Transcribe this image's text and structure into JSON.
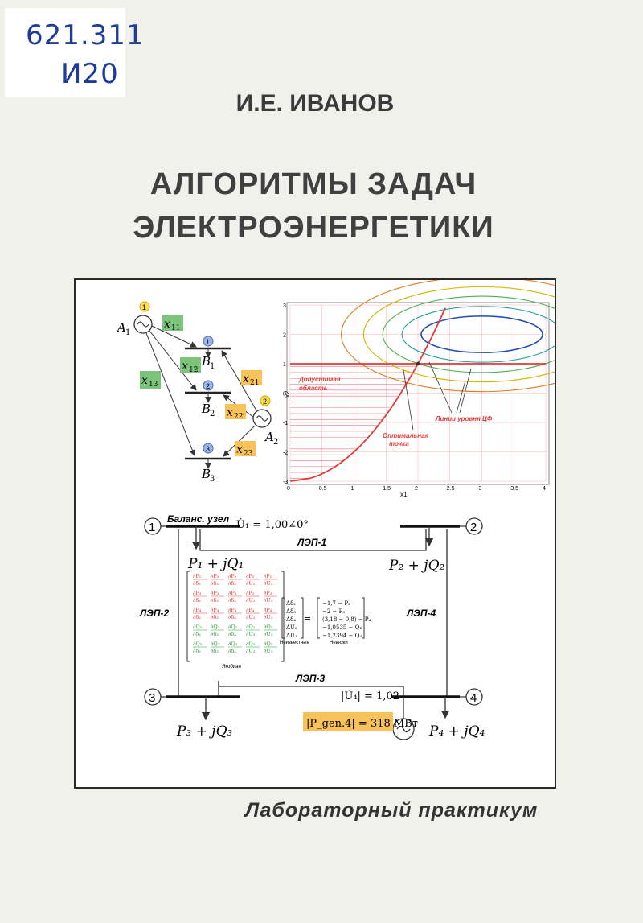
{
  "stamp": {
    "line1": "621.311",
    "line2": "И20"
  },
  "author": "И.Е. ИВАНОВ",
  "title": {
    "line1": "АЛГОРИТМЫ ЗАДАЧ",
    "line2": "ЭЛЕКТРОЭНЕРГЕТИКИ"
  },
  "footer": "Лабораторный практикум",
  "transport": {
    "gen_a1": "A",
    "sub1": "1",
    "gen_a2": "A",
    "sub2": "2",
    "b1": "B",
    "b2": "B",
    "b3": "B",
    "bsub1": "1",
    "bsub2": "2",
    "bsub3": "3",
    "badge1": "1",
    "badge2": "2",
    "node1": "1",
    "node2": "2",
    "node3": "3",
    "x11": "x",
    "x11s": "11",
    "x12": "x",
    "x12s": "12",
    "x13": "x",
    "x13s": "13",
    "x21": "x",
    "x21s": "21",
    "x22": "x",
    "x22s": "22",
    "x23": "x",
    "x23s": "23"
  },
  "plot": {
    "legend_region": "Допустимая область",
    "legend_region_l1": "Допустимая",
    "legend_region_l2": "область",
    "legend_optimal_l1": "Оптимальная",
    "legend_optimal_l2": "точка",
    "legend_levels": "Линии уровня ЦФ",
    "xlabel": "x1",
    "ylabel": "x2",
    "xticks": [
      "0",
      "0.5",
      "1",
      "1.5",
      "2",
      "2.5",
      "3",
      "3.5",
      "4"
    ],
    "yticks": [
      "3",
      "2",
      "1",
      "0",
      "-1",
      "-2",
      "-3"
    ]
  },
  "network": {
    "n1": "1",
    "n2": "2",
    "n3": "3",
    "n4": "4",
    "balance": "Баланс. узел",
    "u1": "U̇₁ = 1,00∠0°",
    "line1": "ЛЭП-1",
    "line2": "ЛЭП-2",
    "line3": "ЛЭП-3",
    "line4": "ЛЭП-4",
    "load1": "P₁ + jQ₁",
    "load2": "P₂ + jQ₂",
    "load3": "P₃ + jQ₃",
    "load4": "P₄ + jQ₄",
    "u4": "|U̇₄| = 1,02",
    "pgen": "|P_gen.4| = 318 МВт",
    "jacobian_label": "Якобиан",
    "unknowns_label": "Неизвестные",
    "residuals_label": "Невязки",
    "unknowns": [
      "Δδ₂",
      "Δδ₃",
      "Δδ₄",
      "ΔU₂",
      "ΔU₃"
    ],
    "residuals": [
      "−1,7 − P₂",
      "−2 − P₃",
      "(3,18 − 0,8) − P₄",
      "−1,0535 − Q₂",
      "−1,2394 − Q₃"
    ],
    "jacobian_rows": [
      [
        "∂P₂/∂δ₂",
        "∂P₂/∂δ₃",
        "∂P₂/∂δ₄",
        "∂P₂/∂U₂",
        "∂P₂/∂U₃"
      ],
      [
        "∂P₃/∂δ₂",
        "∂P₃/∂δ₃",
        "∂P₃/∂δ₄",
        "∂P₃/∂U₂",
        "∂P₃/∂U₃"
      ],
      [
        "∂P₄/∂δ₂",
        "∂P₄/∂δ₃",
        "∂P₄/∂δ₄",
        "∂P₄/∂U₂",
        "∂P₄/∂U₃"
      ],
      [
        "∂Q₂/∂δ₂",
        "∂Q₂/∂δ₃",
        "∂Q₂/∂δ₄",
        "∂Q₂/∂U₂",
        "∂Q₂/∂U₃"
      ],
      [
        "∂Q₃/∂δ₂",
        "∂Q₃/∂δ₃",
        "∂Q₃/∂δ₄",
        "∂Q₃/∂U₂",
        "∂Q₃/∂U₃"
      ]
    ]
  },
  "colors": {
    "red": "#e23a3a",
    "blue": "#1f4fb5",
    "green": "#7cc47a",
    "orange": "#f7c25a",
    "yellow": "#ffe14d"
  }
}
